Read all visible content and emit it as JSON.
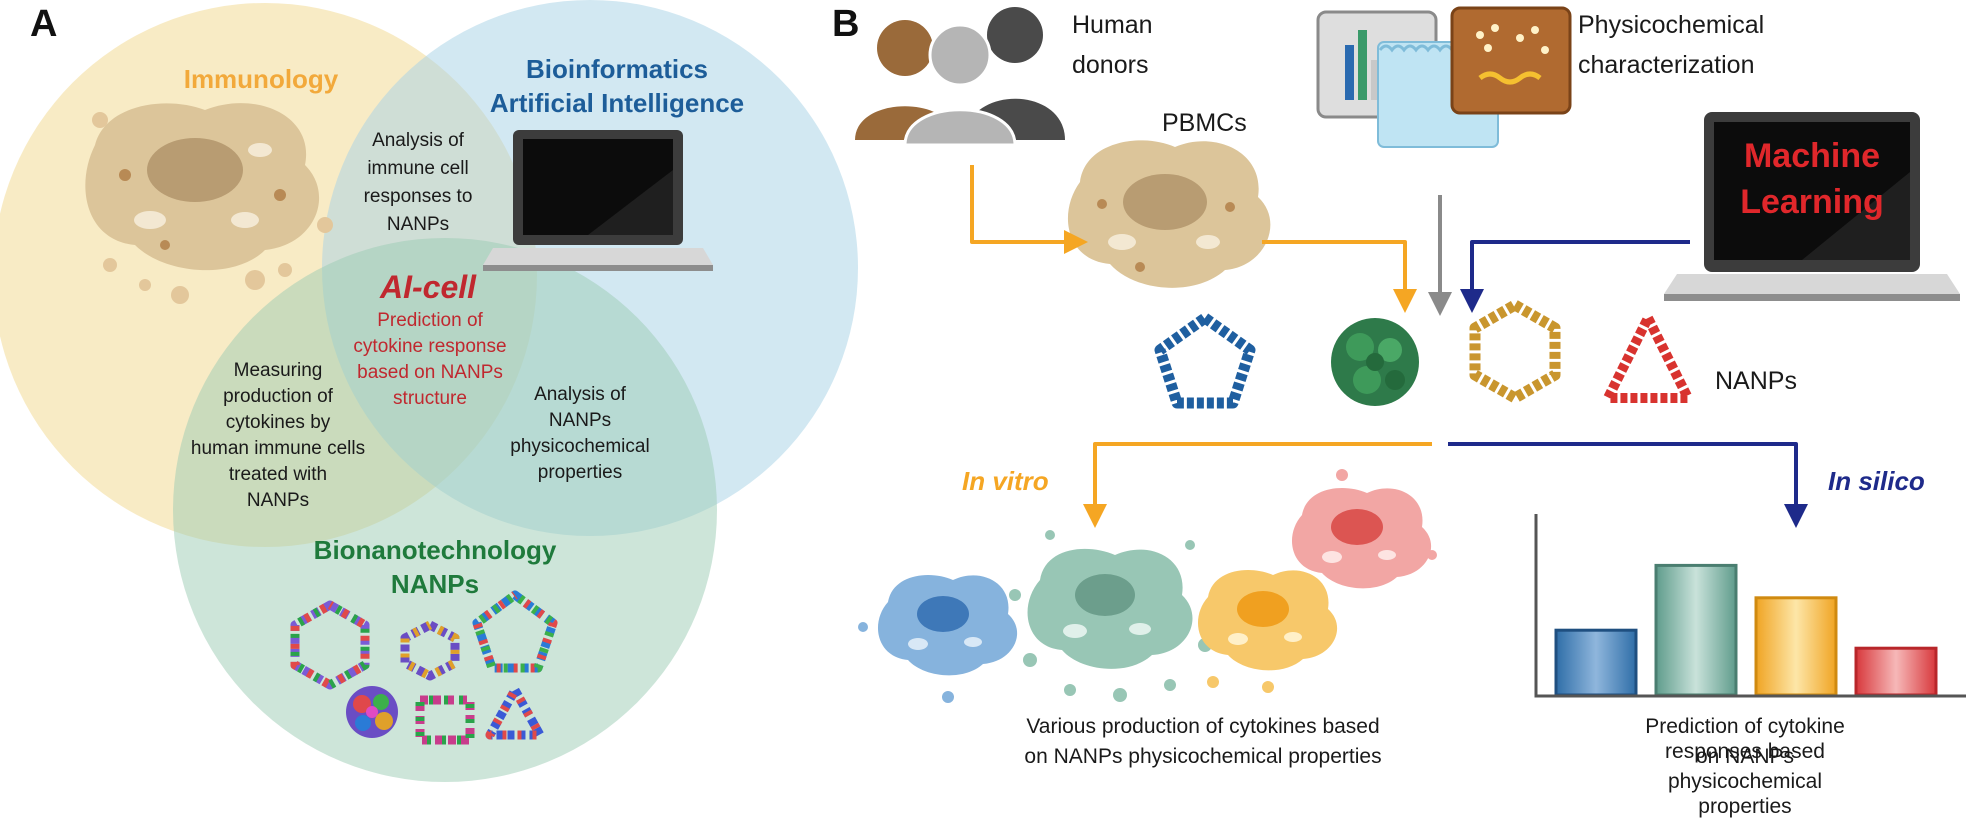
{
  "panel_a": {
    "label": "A",
    "immunology": "Immunology",
    "bioinformatics_line1": "Bioinformatics",
    "bioinformatics_line2": "Artificial Intelligence",
    "bionano_line1": "Bionanotechnology",
    "bionano_line2": "NANPs",
    "overlap_immuno_ai": [
      "Analysis of",
      "immune cell",
      "responses to",
      "NANPs"
    ],
    "overlap_immuno_nano": [
      "Measuring",
      "production of",
      "cytokines by",
      "human immune cells",
      "treated with",
      "NANPs"
    ],
    "overlap_ai_nano": [
      "Analysis of",
      "NANPs",
      "physicochemical",
      "properties"
    ],
    "center_title": "AI-cell",
    "center_text": [
      "Prediction of",
      "cytokine response",
      "based on NANPs",
      "structure"
    ]
  },
  "panel_b": {
    "label": "B",
    "donors_line1": "Human",
    "donors_line2": "donors",
    "physchem_line1": "Physicochemical",
    "physchem_line2": "characterization",
    "pbmcs": "PBMCs",
    "ml_line1": "Machine",
    "ml_line2": "Learning",
    "nanps": "NANPs",
    "in_vitro": "In vitro",
    "in_silico": "In silico",
    "caption_left_line1": "Various production of cytokines based",
    "caption_left_line2": "on NANPs physicochemical properties",
    "caption_right_line1": "Prediction of cytokine responses based",
    "caption_right_line2": "on NANPs physicochemical properties"
  },
  "colors": {
    "immunology": "#f2a93b",
    "bioinformatics": "#1d5d99",
    "bionano": "#1f7a3c",
    "aicell": "#c0282f",
    "arrow_orange": "#f5a623",
    "arrow_navy": "#1e2a8a",
    "arrow_gray": "#8a8a8a"
  },
  "chart_data": {
    "type": "bar",
    "categories": [
      "blue",
      "teal",
      "yellow",
      "red"
    ],
    "values": [
      0.36,
      0.72,
      0.54,
      0.26
    ],
    "ylim": [
      0,
      1
    ],
    "grid": false
  }
}
